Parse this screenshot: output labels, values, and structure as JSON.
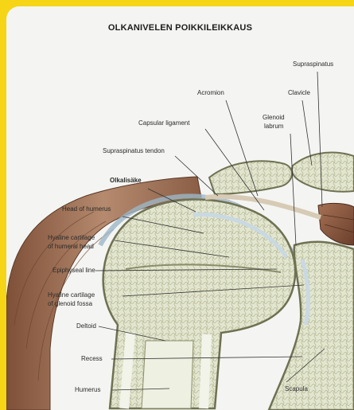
{
  "title": "OLKANIVELEN POIKKILEIKKAUS",
  "labels": {
    "supraspinatus": "Supraspinatus",
    "acromion": "Acromion",
    "clavicle": "Clavicle",
    "glenoid_labrum_1": "Glenoid",
    "glenoid_labrum_2": "labrum",
    "capsular_ligament": "Capsular ligament",
    "supraspinatus_tendon": "Supraspinatus tendon",
    "olkalisake": "Olkalisäke",
    "head_of_humerus": "Head of humerus",
    "hyaline_humeral_1": "Hyaline cartilage",
    "hyaline_humeral_2": "of humeral head",
    "epiphyseal_line": "Epiphyseal line",
    "hyaline_glenoid_1": "Hyaline cartilage",
    "hyaline_glenoid_2": "of glenoid fossa",
    "deltoid": "Deltoid",
    "recess": "Recess",
    "humerus": "Humerus",
    "scapula": "Scapula"
  },
  "colors": {
    "border": "#f5d516",
    "background": "#f4f5f2",
    "bone_cortex": "#eceee0",
    "cancellous_bone": "#d9dcc3",
    "cartilage": "#c9d9e3",
    "muscle": "#9a6e55",
    "leader_line": "#333333"
  }
}
